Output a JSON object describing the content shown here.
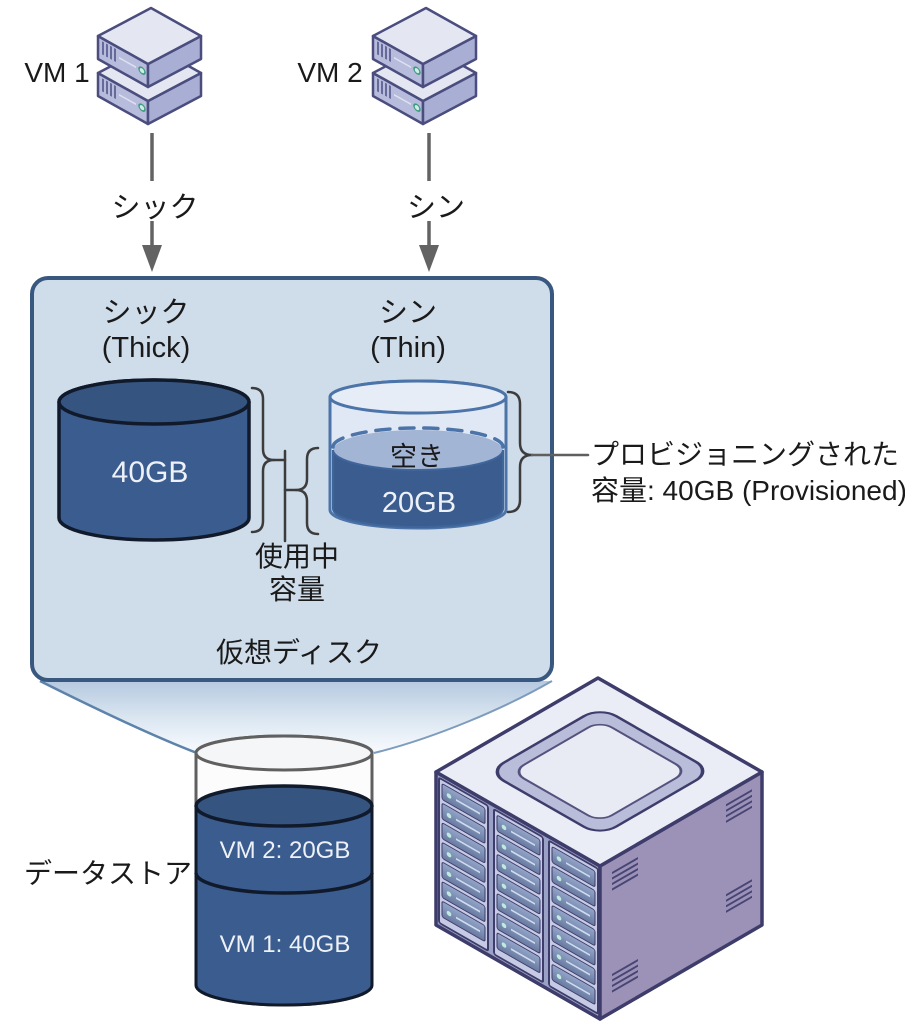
{
  "vms": [
    {
      "label": "VM 1",
      "flow_label": "シック"
    },
    {
      "label": "VM 2",
      "flow_label": "シン"
    }
  ],
  "virtual_disk": {
    "label": "仮想ディスク",
    "thick": {
      "title_ja": "シック",
      "title_en": "(Thick)",
      "size": "40GB"
    },
    "thin": {
      "title_ja": "シン",
      "title_en": "(Thin)",
      "free_label": "空き",
      "used_size": "20GB"
    },
    "used_capacity": {
      "line1": "使用中",
      "line2": "容量"
    }
  },
  "provisioned_note": {
    "line1": "プロビジョニングされた",
    "line2": "容量: 40GB (Provisioned)"
  },
  "datastore": {
    "label": "データストア",
    "allocations": [
      "VM 2: 20GB",
      "VM 1: 40GB"
    ]
  },
  "icons": {
    "vm": "server-stack-icon",
    "flow": "arrow-down-icon",
    "datastore": "cylinder-icon",
    "storage": "storage-cube-icon"
  },
  "colors": {
    "box_bg": "#cfdcea",
    "box_border": "#39587f",
    "disk_navy": "#3a5c8e",
    "disk_navy_top": "#35547f",
    "thin_outline": "#4c74a8",
    "free_band": "#a3b5d5",
    "arrow_gray": "#636363",
    "server_lavender": "#c6cae5",
    "server_purple": "#9c92b8",
    "text_dark": "#1a1a1a",
    "text_light": "#eef2f8"
  }
}
